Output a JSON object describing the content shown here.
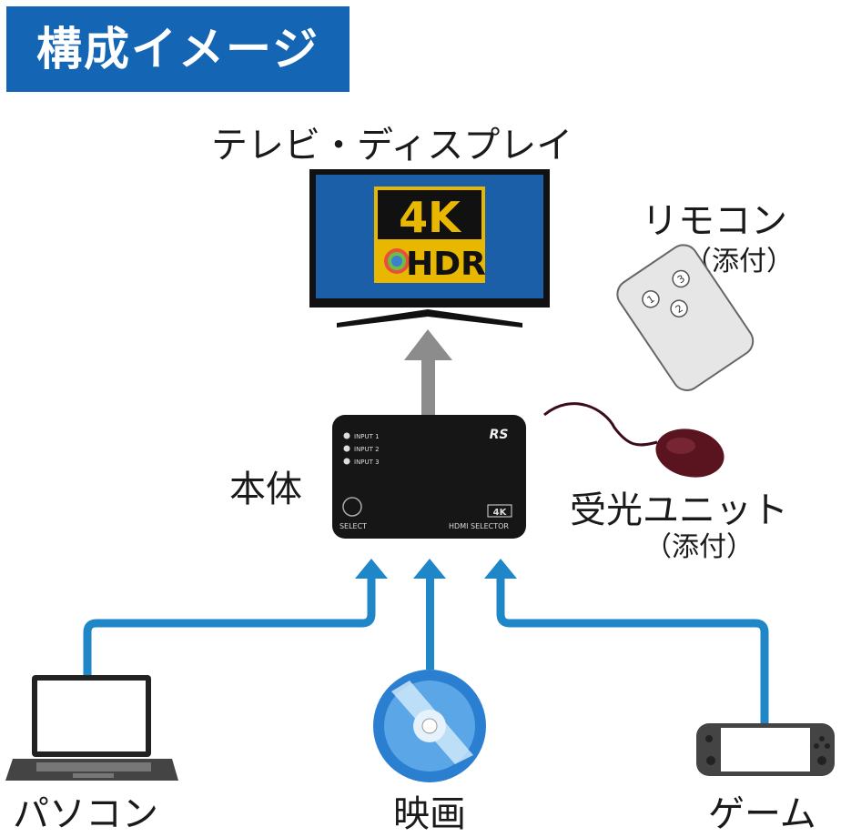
{
  "header": {
    "title": "構成イメージ"
  },
  "display": {
    "label": "テレビ・ディスプレイ",
    "badge_4k": "4K",
    "badge_hdr": "HDR"
  },
  "remote": {
    "label": "リモコン",
    "note": "（添付）",
    "buttons": [
      "1",
      "3",
      "2"
    ]
  },
  "main_unit": {
    "label": "本体",
    "inputs": [
      "INPUT 1",
      "INPUT 2",
      "INPUT 3"
    ],
    "select_label": "SELECT",
    "model_label": "HDMI SELECTOR",
    "badge_4k": "4K",
    "logo": "RS"
  },
  "receiver": {
    "label": "受光ユニット",
    "note": "（添付）"
  },
  "sources": [
    {
      "label": "パソコン",
      "icon": "laptop-icon"
    },
    {
      "label": "映画",
      "icon": "disc-icon"
    },
    {
      "label": "ゲーム",
      "icon": "game-console-icon"
    }
  ],
  "colors": {
    "header_bg": "#1565b5",
    "arrow_blue": "#1f86c8",
    "arrow_gray": "#8c8c8c",
    "tv_screen": "#1a5fa8",
    "badge_gold": "#e8b800",
    "receiver": "#5a1420"
  }
}
